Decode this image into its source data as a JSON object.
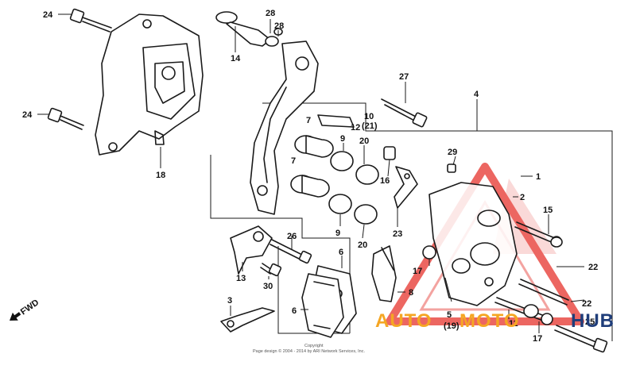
{
  "diagram": {
    "part_labels": [
      {
        "id": "24a",
        "text": "24"
      },
      {
        "id": "24b",
        "text": "24"
      },
      {
        "id": "18",
        "text": "18"
      },
      {
        "id": "14",
        "text": "14"
      },
      {
        "id": "28a",
        "text": "28"
      },
      {
        "id": "28b",
        "text": "28"
      },
      {
        "id": "27",
        "text": "27"
      },
      {
        "id": "4",
        "text": "4"
      },
      {
        "id": "7a",
        "text": "7"
      },
      {
        "id": "7b",
        "text": "7"
      },
      {
        "id": "12",
        "text": "12"
      },
      {
        "id": "10",
        "text": "10"
      },
      {
        "id": "21",
        "text": "(21)"
      },
      {
        "id": "9a",
        "text": "9"
      },
      {
        "id": "9b",
        "text": "9"
      },
      {
        "id": "20a",
        "text": "20"
      },
      {
        "id": "20b",
        "text": "20"
      },
      {
        "id": "16",
        "text": "16"
      },
      {
        "id": "29",
        "text": "29"
      },
      {
        "id": "1",
        "text": "1"
      },
      {
        "id": "2",
        "text": "2"
      },
      {
        "id": "15",
        "text": "15"
      },
      {
        "id": "22a",
        "text": "22"
      },
      {
        "id": "22b",
        "text": "22"
      },
      {
        "id": "23",
        "text": "23"
      },
      {
        "id": "26",
        "text": "26"
      },
      {
        "id": "13",
        "text": "13"
      },
      {
        "id": "30",
        "text": "30"
      },
      {
        "id": "17a",
        "text": "17"
      },
      {
        "id": "17b",
        "text": "17"
      },
      {
        "id": "6a",
        "text": "6"
      },
      {
        "id": "6b",
        "text": "6"
      },
      {
        "id": "8",
        "text": "8"
      },
      {
        "id": "5",
        "text": "5"
      },
      {
        "id": "19",
        "text": "(19)"
      },
      {
        "id": "11",
        "text": "11"
      },
      {
        "id": "25",
        "text": "25"
      },
      {
        "id": "3",
        "text": "3"
      }
    ],
    "direction_label": "FWD",
    "footer_note": "Page design © 2004 - 2014 by ARI Network Services, Inc.",
    "copyright_mark": "Copyright"
  },
  "watermark": {
    "text_a": "AUTO",
    "text_b": "MOTO",
    "text_c": "HUB",
    "color_red": "#e8413a",
    "color_gold": "#f5a623",
    "color_blue": "#1f3d7a"
  }
}
